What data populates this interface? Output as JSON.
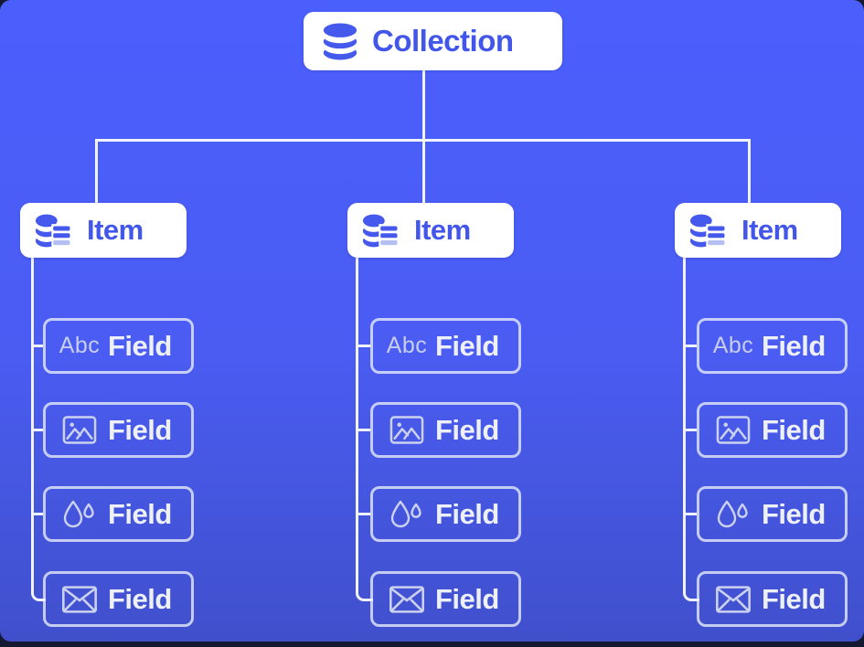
{
  "canvas": {
    "background_top": "#4b5ffd",
    "background_bottom": "#4050cc",
    "frame_color": "#141830",
    "connector_color": "#f1f3fa",
    "node_background": "#ffffff",
    "node_text_color": "#4356ea",
    "field_text_color": "#eef0f8",
    "field_border_color": "rgba(235,238,248,0.78)",
    "icon_blue": "#4559ec",
    "icon_light_blue": "#b4bff2"
  },
  "tree": {
    "root": {
      "label": "Collection",
      "icon": "database-icon"
    },
    "columns": [
      {
        "item": {
          "label": "Item",
          "icon": "collection-item-icon"
        },
        "fields": [
          {
            "label": "Field",
            "icon": "plain-text-icon",
            "icon_text": "Abc"
          },
          {
            "label": "Field",
            "icon": "image-icon"
          },
          {
            "label": "Field",
            "icon": "color-icon"
          },
          {
            "label": "Field",
            "icon": "email-icon"
          }
        ]
      },
      {
        "item": {
          "label": "Item",
          "icon": "collection-item-icon"
        },
        "fields": [
          {
            "label": "Field",
            "icon": "plain-text-icon",
            "icon_text": "Abc"
          },
          {
            "label": "Field",
            "icon": "image-icon"
          },
          {
            "label": "Field",
            "icon": "color-icon"
          },
          {
            "label": "Field",
            "icon": "email-icon"
          }
        ]
      },
      {
        "item": {
          "label": "Item",
          "icon": "collection-item-icon"
        },
        "fields": [
          {
            "label": "Field",
            "icon": "plain-text-icon",
            "icon_text": "Abc"
          },
          {
            "label": "Field",
            "icon": "image-icon"
          },
          {
            "label": "Field",
            "icon": "color-icon"
          },
          {
            "label": "Field",
            "icon": "email-icon"
          }
        ]
      }
    ]
  }
}
